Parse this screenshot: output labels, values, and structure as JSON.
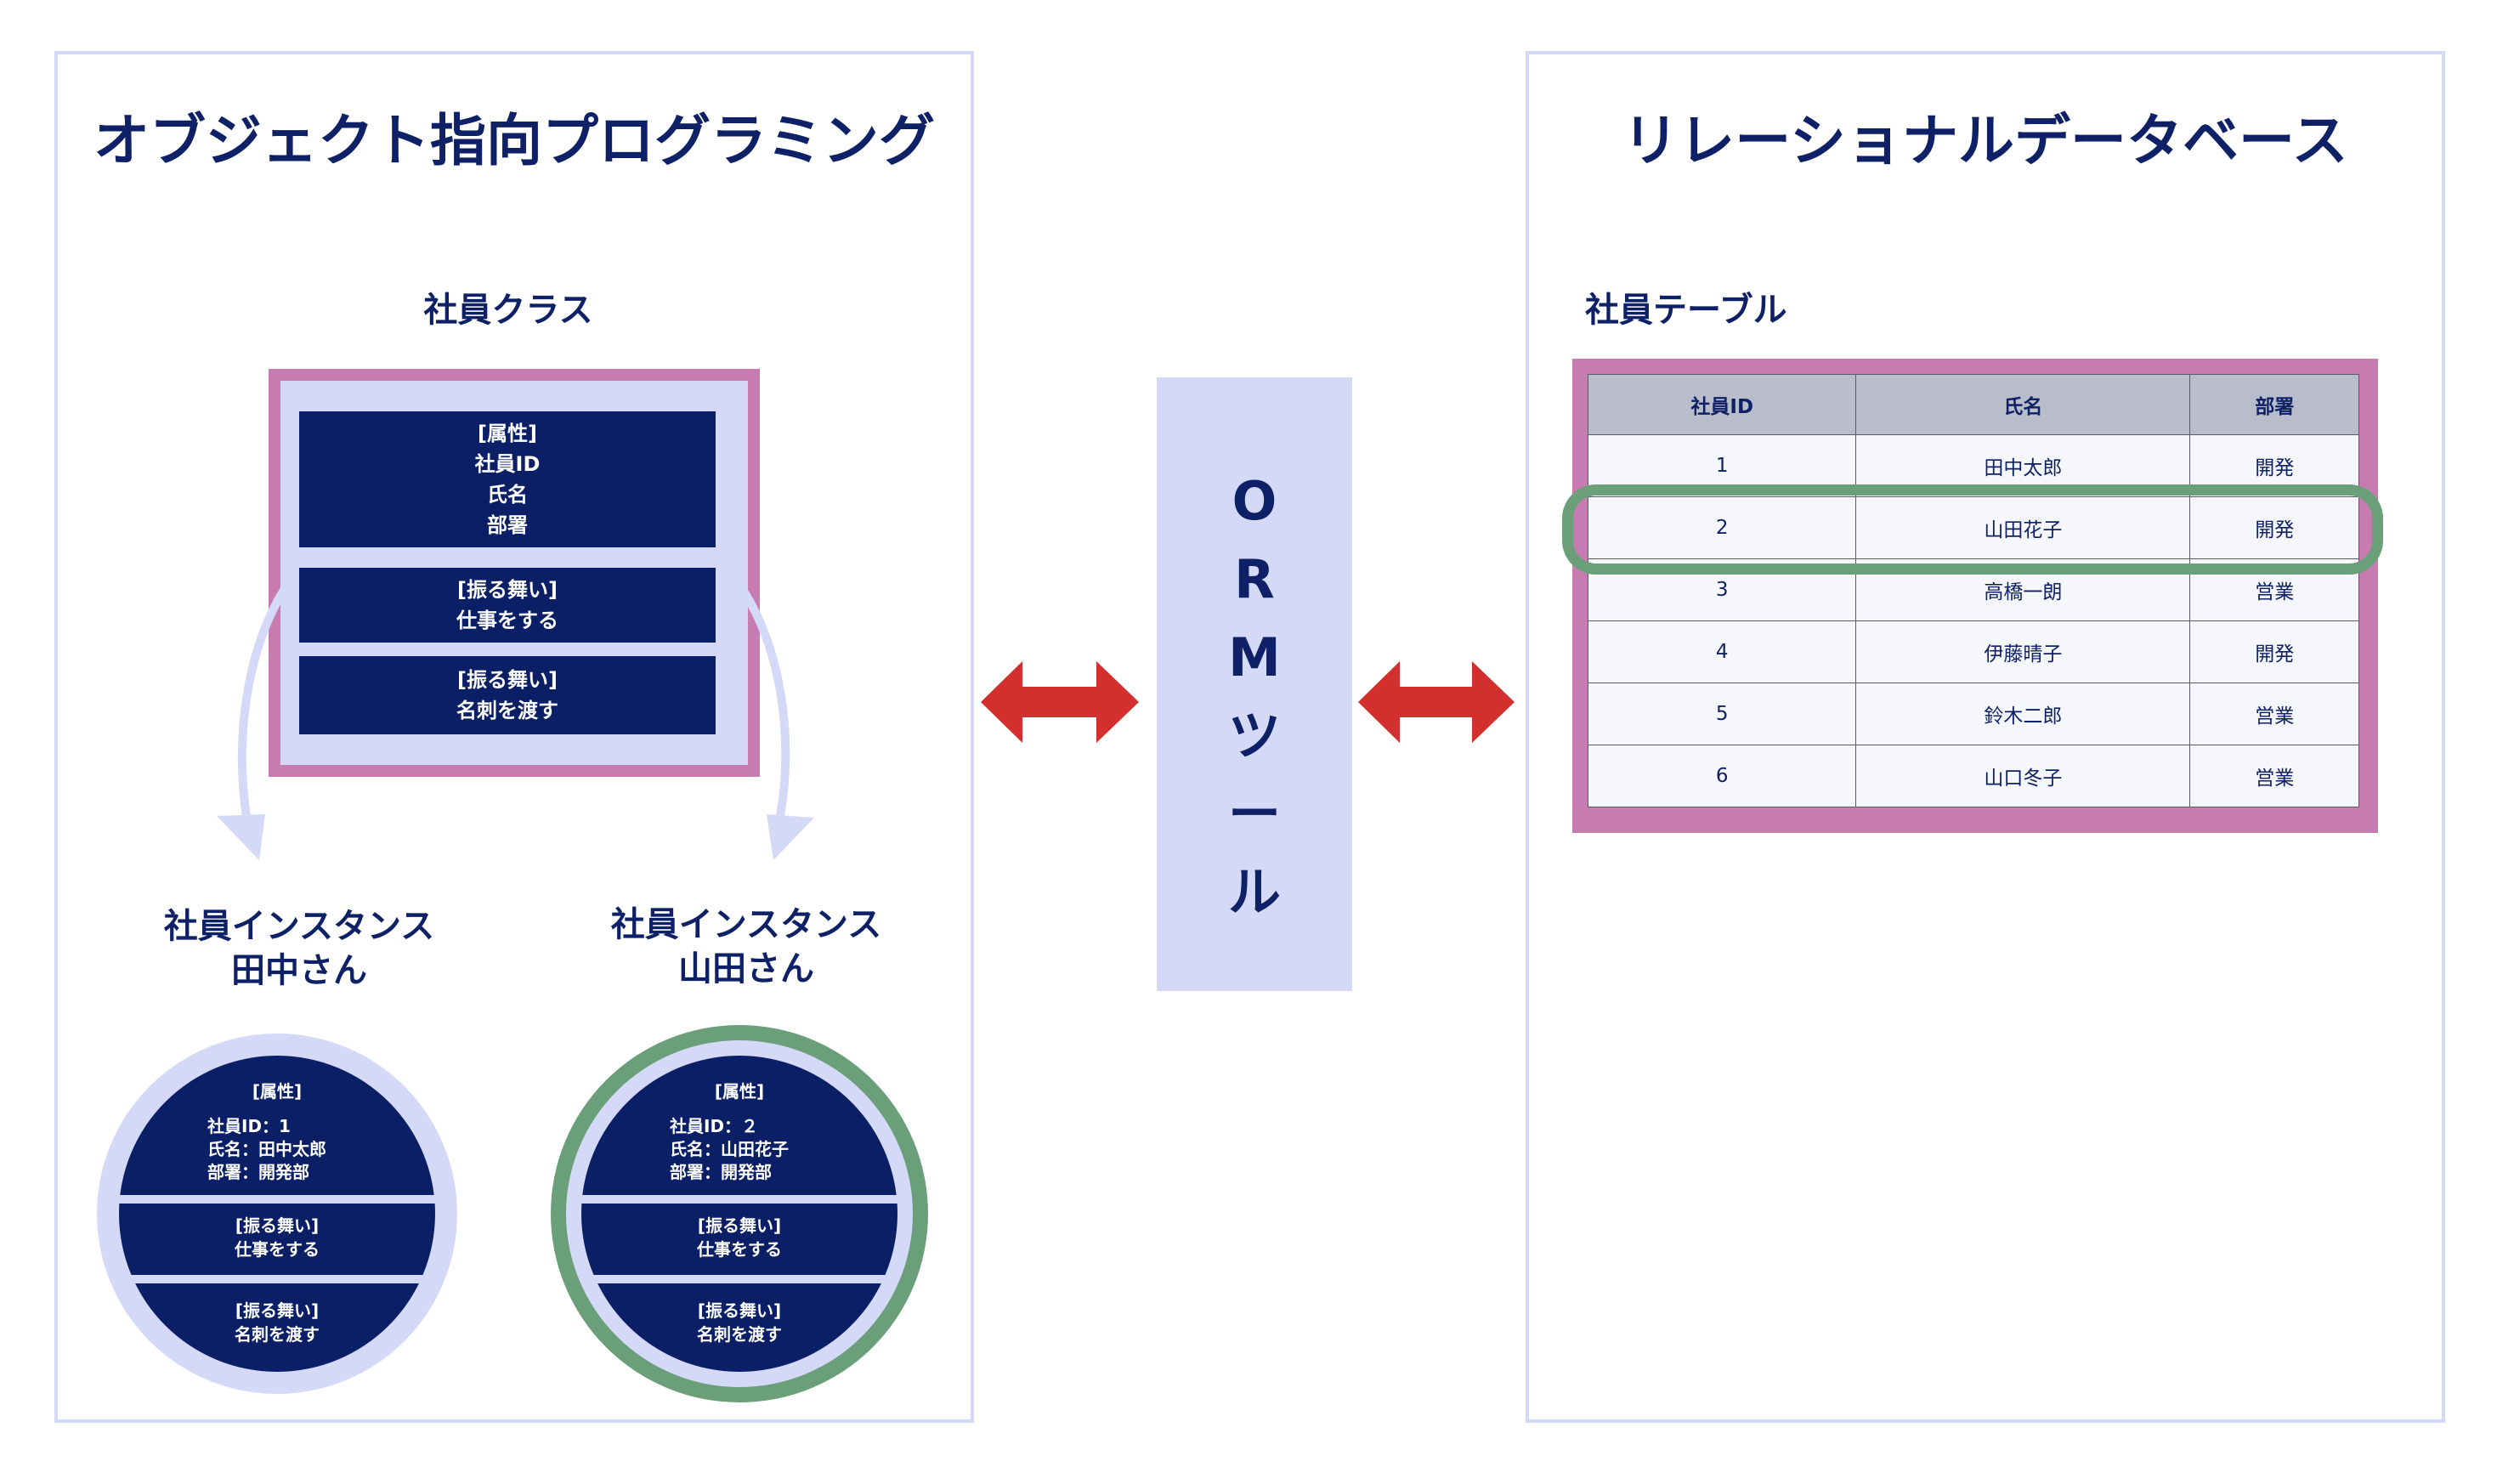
{
  "left_panel": {
    "title": "オブジェクト指向プログラミング",
    "class": {
      "caption": "社員クラス",
      "attributes": {
        "header": "[属性]",
        "items": [
          "社員ID",
          "氏名",
          "部署"
        ]
      },
      "behavior1": {
        "header": "[振る舞い]",
        "text": "仕事をする"
      },
      "behavior2": {
        "header": "[振る舞い]",
        "text": "名刺を渡す"
      }
    },
    "instances": [
      {
        "caption_line1": "社員インスタンス",
        "caption_line2": "田中さん",
        "attributes_header": "[属性]",
        "attr_lines": [
          "社員ID：1",
          "氏名：田中太郎",
          "部署：開発部"
        ],
        "behavior1_header": "[振る舞い]",
        "behavior1_text": "仕事をする",
        "behavior2_header": "[振る舞い]",
        "behavior2_text": "名刺を渡す",
        "highlighted": false
      },
      {
        "caption_line1": "社員インスタンス",
        "caption_line2": "山田さん",
        "attributes_header": "[属性]",
        "attr_lines": [
          "社員ID：２",
          "氏名：山田花子",
          "部署：開発部"
        ],
        "behavior1_header": "[振る舞い]",
        "behavior1_text": "仕事をする",
        "behavior2_header": "[振る舞い]",
        "behavior2_text": "名刺を渡す",
        "highlighted": true
      }
    ]
  },
  "orm": {
    "label_chars": [
      "O",
      "R",
      "M",
      "ツ",
      "ー",
      "ル"
    ]
  },
  "right_panel": {
    "title": "リレーショナルデータベース",
    "table_caption": "社員テーブル",
    "columns": [
      "社員ID",
      "氏名",
      "部署"
    ],
    "rows": [
      [
        "1",
        "田中太郎",
        "開発"
      ],
      [
        "2",
        "山田花子",
        "開発"
      ],
      [
        "3",
        "高橋一朗",
        "営業"
      ],
      [
        "4",
        "伊藤晴子",
        "開発"
      ],
      [
        "5",
        "鈴木二郎",
        "営業"
      ],
      [
        "6",
        "山口冬子",
        "営業"
      ]
    ],
    "highlighted_row": 1
  },
  "colors": {
    "navy": "#0a1f66",
    "pale_blue": "#d4d9f7",
    "pink": "#c67cb0",
    "green": "#6a9f79",
    "red": "#d32f2f"
  }
}
